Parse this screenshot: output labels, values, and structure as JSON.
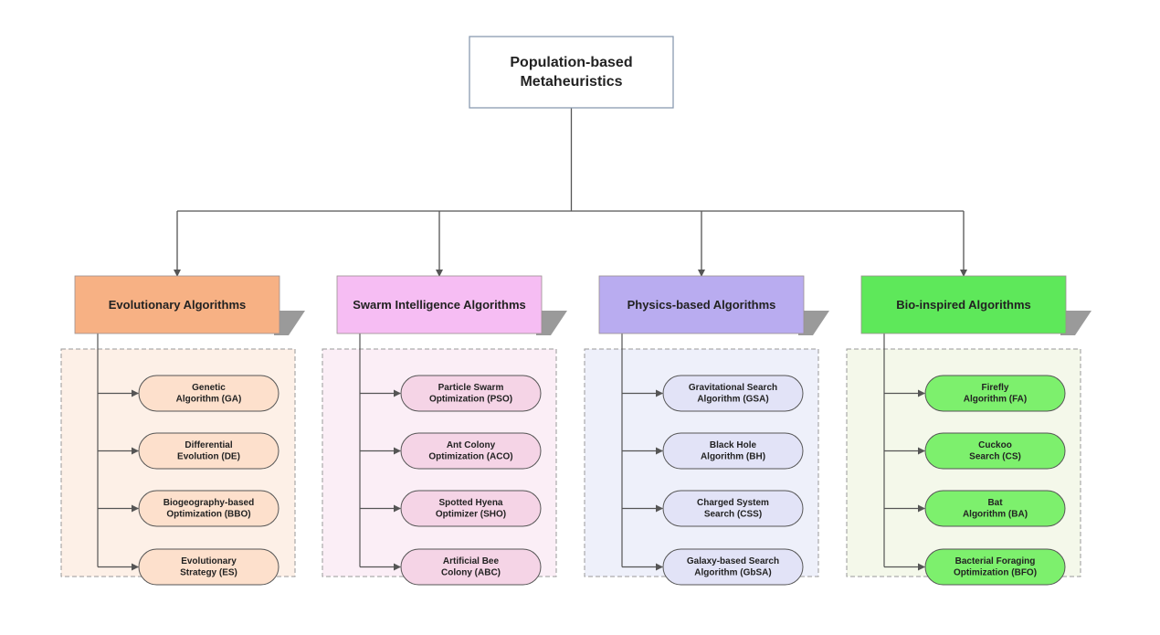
{
  "root": {
    "lines": [
      "Population-based",
      "Metaheuristics"
    ]
  },
  "categories": [
    {
      "label": "Evolutionary Algorithms",
      "fill": "#f7b184",
      "panel_fill": "#fdf0e7",
      "item_fill": "#fde0cc",
      "items": [
        {
          "lines": [
            "Genetic",
            "Algorithm (GA)"
          ]
        },
        {
          "lines": [
            "Differential",
            "Evolution (DE)"
          ]
        },
        {
          "lines": [
            "Biogeography-based",
            "Optimization (BBO)"
          ]
        },
        {
          "lines": [
            "Evolutionary",
            "Strategy (ES)"
          ]
        }
      ]
    },
    {
      "label": "Swarm Intelligence Algorithms",
      "fill": "#f6bdf3",
      "panel_fill": "#fbeef6",
      "item_fill": "#f5d4e6",
      "items": [
        {
          "lines": [
            "Particle Swarm",
            "Optimization (PSO)"
          ]
        },
        {
          "lines": [
            "Ant Colony",
            "Optimization (ACO)"
          ]
        },
        {
          "lines": [
            "Spotted Hyena",
            "Optimizer (SHO)"
          ]
        },
        {
          "lines": [
            "Artificial Bee",
            "Colony (ABC)"
          ]
        }
      ]
    },
    {
      "label": "Physics-based Algorithms",
      "fill": "#b9acf0",
      "panel_fill": "#eef0fa",
      "item_fill": "#e2e3f7",
      "items": [
        {
          "lines": [
            "Gravitational Search",
            "Algorithm (GSA)"
          ]
        },
        {
          "lines": [
            "Black Hole",
            "Algorithm (BH)"
          ]
        },
        {
          "lines": [
            "Charged System",
            "Search (CSS)"
          ]
        },
        {
          "lines": [
            "Galaxy-based Search",
            "Algorithm (GbSA)"
          ]
        }
      ]
    },
    {
      "label": "Bio-inspired Algorithms",
      "fill": "#5ee85a",
      "panel_fill": "#f4f8ea",
      "item_fill": "#7df06d",
      "items": [
        {
          "lines": [
            "Firefly",
            "Algorithm (FA)"
          ]
        },
        {
          "lines": [
            "Cuckoo",
            "Search (CS)"
          ]
        },
        {
          "lines": [
            "Bat",
            "Algorithm (BA)"
          ]
        },
        {
          "lines": [
            "Bacterial Foraging",
            "Optimization (BFO)"
          ]
        }
      ]
    }
  ],
  "colors": {
    "line": "#555555",
    "root_fill": "#ffffff",
    "root_border": "#8a9bb0",
    "shadow": "#9a9a9a",
    "panel_border": "#999999",
    "text": "#222222"
  }
}
